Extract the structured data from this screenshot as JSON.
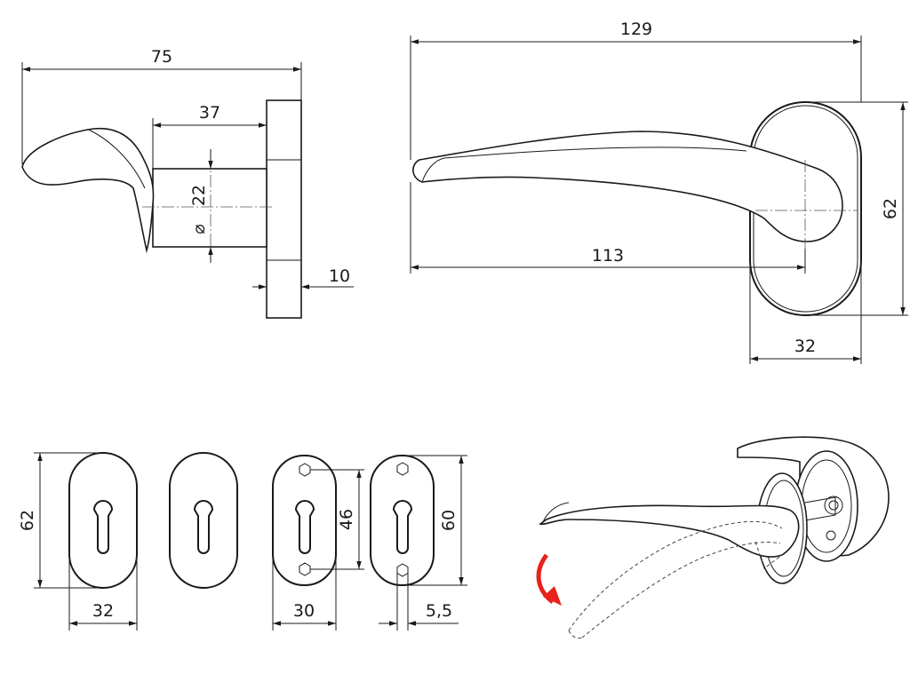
{
  "colors": {
    "line": "#1a1a1a",
    "rotation_arrow": "#e8221c"
  },
  "side_view": {
    "overall_length": "75",
    "shank_length": "37",
    "shank_diameter": "22",
    "diameter_symbol": "⌀",
    "rose_thickness": "10"
  },
  "front_view": {
    "overall_length": "129",
    "lever_length": "113",
    "rose_height": "62",
    "rose_width": "32"
  },
  "escutcheons": {
    "height": "62",
    "width": "32",
    "hole_spacing": "46",
    "width_variant": "30",
    "height_variant": "60",
    "hole_diameter": "5,5"
  },
  "illustration": {
    "rotation_icon": "rotation-arrow-icon"
  }
}
